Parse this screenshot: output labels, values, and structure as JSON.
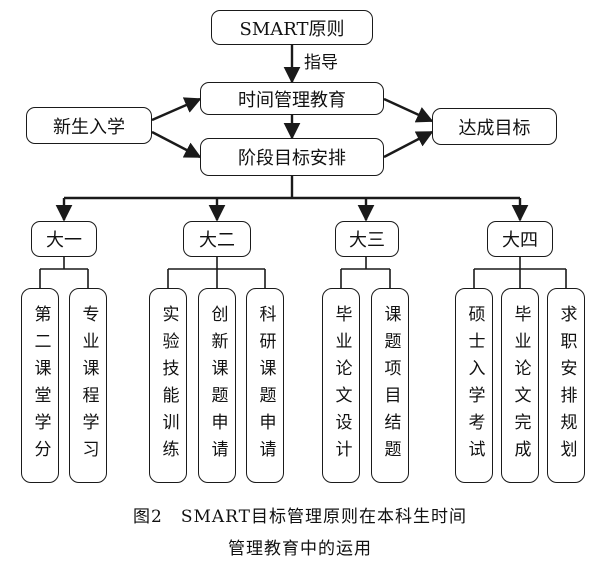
{
  "diagram": {
    "principle": "SMART原则",
    "guide_label": "指导",
    "time_management": "时间管理教育",
    "freshman_entry": "新生入学",
    "stage_plan": "阶段目标安排",
    "achieve_goal": "达成目标",
    "years": [
      {
        "label": "大一",
        "items": [
          "第二课堂学分",
          "专业课程学习"
        ]
      },
      {
        "label": "大二",
        "items": [
          "实验技能训练",
          "创新课题申请",
          "科研课题申请"
        ]
      },
      {
        "label": "大三",
        "items": [
          "毕业论文设计",
          "课题项目结题"
        ]
      },
      {
        "label": "大四",
        "items": [
          "硕士入学考试",
          "毕业论文完成",
          "求职安排规划"
        ]
      }
    ]
  },
  "caption": {
    "line1": "图2　SMART目标管理原则在本科生时间",
    "line2": "管理教育中的运用"
  }
}
